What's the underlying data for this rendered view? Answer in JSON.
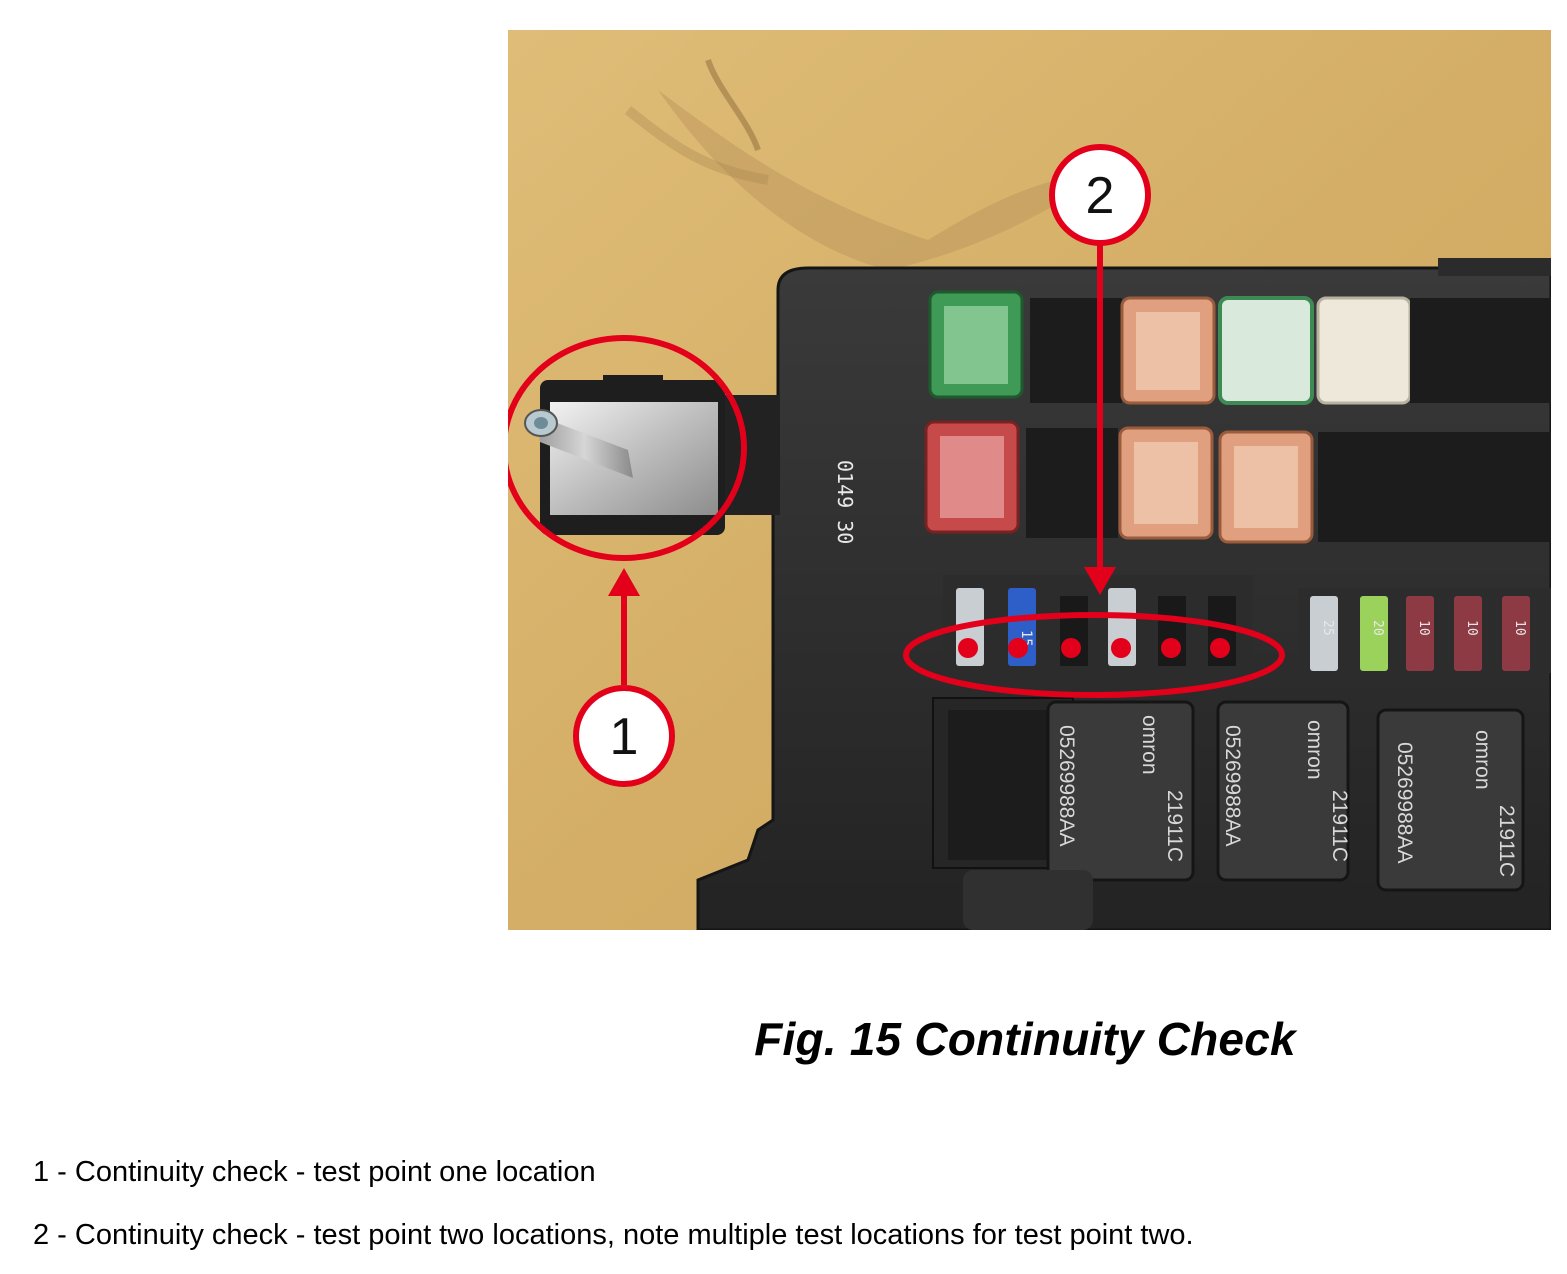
{
  "figure": {
    "caption": "Fig. 15 Continuity Check"
  },
  "callouts": {
    "one": "1",
    "two": "2"
  },
  "relay_marking": {
    "brand": "omron",
    "model": "21911C",
    "part": "05269988AA"
  },
  "fuse_ratings": {
    "a": "15",
    "b": "25",
    "c": "20",
    "d": "10"
  },
  "legend": [
    {
      "text": "1 - Continuity check - test point one location"
    },
    {
      "text": "2 - Continuity check - test point two locations, note multiple test locations for test point two."
    }
  ],
  "colors": {
    "callout": "#e3001b",
    "wood": "#d9b56e",
    "housing": "#2a2a2a"
  }
}
